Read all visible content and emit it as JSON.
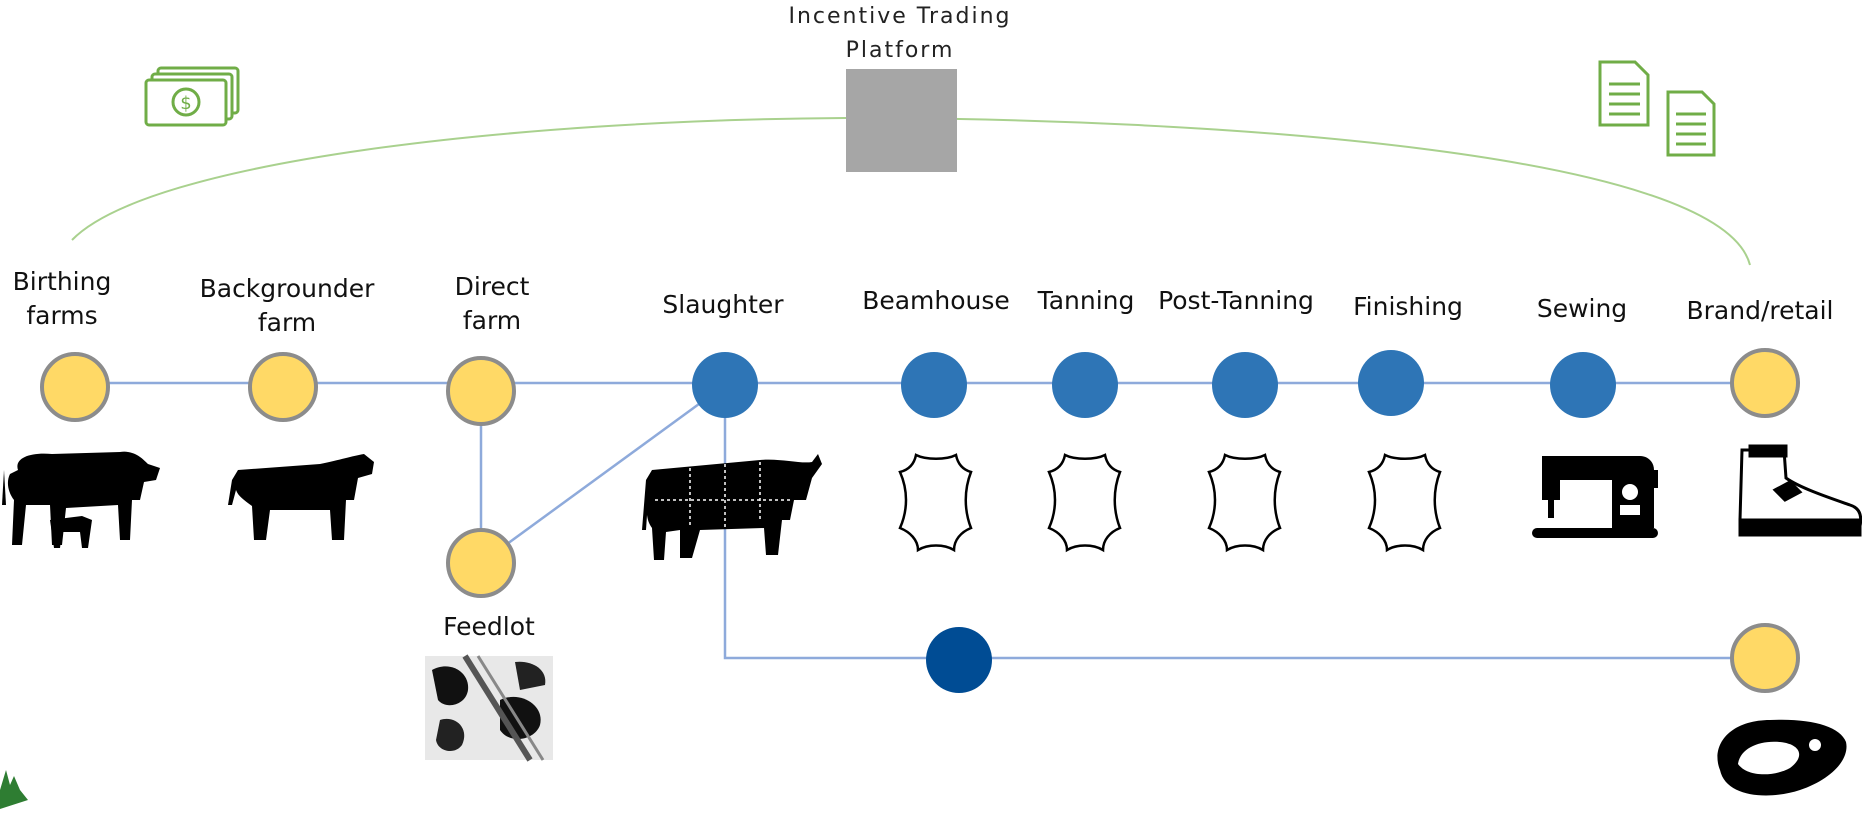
{
  "platform": {
    "title": "Incentive Trading\nPlatform",
    "box_color": "#a6a6a6"
  },
  "colors": {
    "farm_node": "#ffd966",
    "farm_node_ring": "#8c8c8c",
    "processing_node": "#2e75b6",
    "meat_node": "#004c94",
    "line": "#8eaadb",
    "arc": "#a9d18e",
    "icon_green": "#70ad47"
  },
  "stages": [
    {
      "id": "birthing",
      "label": "Birthing\nfarms",
      "node": "farm",
      "icon": "cow-calf-icon"
    },
    {
      "id": "backgrounder",
      "label": "Backgrounder\nfarm",
      "node": "farm",
      "icon": "cow-icon"
    },
    {
      "id": "direct",
      "label": "Direct\nfarm",
      "node": "farm",
      "icon": ""
    },
    {
      "id": "slaughter",
      "label": "Slaughter",
      "node": "processing",
      "icon": "beef-cuts-cow-icon"
    },
    {
      "id": "beamhouse",
      "label": "Beamhouse",
      "node": "processing",
      "icon": "hide-icon"
    },
    {
      "id": "tanning",
      "label": "Tanning",
      "node": "processing",
      "icon": "hide-icon"
    },
    {
      "id": "post-tanning",
      "label": "Post-Tanning",
      "node": "processing",
      "icon": "hide-icon"
    },
    {
      "id": "finishing",
      "label": "Finishing",
      "node": "processing",
      "icon": "hide-icon"
    },
    {
      "id": "sewing",
      "label": "Sewing",
      "node": "processing",
      "icon": "sewing-machine-icon"
    },
    {
      "id": "brand",
      "label": "Brand/retail",
      "node": "farm",
      "icon": "boot-icon"
    }
  ],
  "feedlot": {
    "label": "Feedlot",
    "node": "farm",
    "icon": "feedlot-photo"
  },
  "meat_branch": {
    "mid_node": "processing",
    "end_node": "farm",
    "icon": "steak-icon"
  },
  "corner_icons": [
    "money-icon",
    "documents-icon"
  ]
}
